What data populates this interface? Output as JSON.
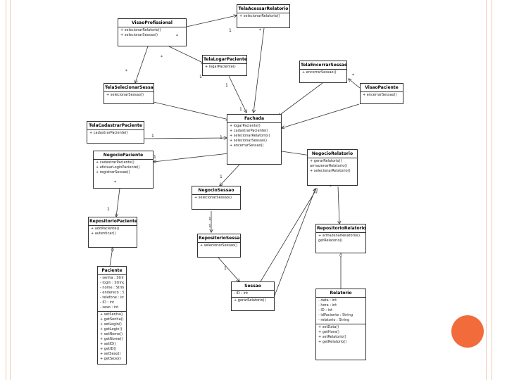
{
  "colors": {
    "frame": "#f3c9b8",
    "accent_dot": "#f26b3a",
    "line": "#333333"
  },
  "classes": [
    {
      "id": "tela-acessar-relatorio",
      "name": "TelaAcessarRelatorio",
      "sections": [
        [
          "+ selecionarRelatorio()"
        ]
      ]
    },
    {
      "id": "visao-profissional",
      "name": "VisaoProfissional",
      "sections": [
        [
          "+ selecionarRelatorio()",
          "+ selecionarSessao()"
        ]
      ]
    },
    {
      "id": "tela-logar-paciente",
      "name": "TelaLogarPaciente",
      "sections": [
        [
          "+ logarPaciente()"
        ]
      ]
    },
    {
      "id": "tela-encerrar-sessao",
      "name": "TelaEncerrarSessao",
      "sections": [
        [
          "+ encerrarSessao()"
        ]
      ]
    },
    {
      "id": "tela-selecionar-sessao",
      "name": "TelaSelecionarSessao",
      "sections": [
        [
          "+ selecionarSessao()"
        ]
      ]
    },
    {
      "id": "visao-paciente",
      "name": "VisaoPaciente",
      "sections": [
        [
          "+ encerrarSessao()"
        ]
      ]
    },
    {
      "id": "tela-cadastrar-paciente",
      "name": "TelaCadastrarPaciente",
      "sections": [
        [
          "+ cadastrarPaciente()"
        ]
      ]
    },
    {
      "id": "fachada",
      "name": "Fachada",
      "sections": [
        [
          "+ logarPaciente()",
          "+ cadastrarPaciente()",
          "+ selecionarRelatorio()",
          "+ selecionarSessao()",
          "+ encerrarSessao()"
        ]
      ]
    },
    {
      "id": "negocio-paciente",
      "name": "NegocioPaciente",
      "sections": [
        [
          "+ cadastrarPaciente()",
          "+ efetuarLoginPaciente()",
          "+ registrarSessao()"
        ]
      ]
    },
    {
      "id": "negocio-relatorio",
      "name": "NegocioRelatorio",
      "sections": [
        [
          "+ gerarRelatorio()",
          "armazenarRelatorio()",
          "+ selecionarRelatorio()"
        ]
      ]
    },
    {
      "id": "negocio-sessao",
      "name": "NegocioSessao",
      "sections": [
        [
          "+ selecionarSessao()"
        ]
      ]
    },
    {
      "id": "repositorio-paciente",
      "name": "RepositorioPaciente",
      "sections": [
        [
          "+ addPaciente()",
          "+ autenticar()"
        ]
      ]
    },
    {
      "id": "repositorio-relatorio",
      "name": "RepositorioRelatorio",
      "sections": [
        [
          "+ armazenarRelatorio()",
          "getRelatorio()"
        ]
      ]
    },
    {
      "id": "repositorio-sessao",
      "name": "RepositorioSessao",
      "sections": [
        [
          "+ selecionarSessao()"
        ]
      ]
    },
    {
      "id": "paciente",
      "name": "Paciente",
      "sections": [
        [
          "- senha : String",
          "- login : String",
          "- nome : String",
          "- endereco : String",
          "- telefone : int",
          "- ID : int",
          "- sexo : int"
        ],
        [
          "+ setSenha()",
          "+ getSenha()",
          "+ setLogin()",
          "+ getLogin()",
          "+ setNome()",
          "+ getNome()",
          "+ setID()",
          "+ getID()",
          "+ setSexo()",
          "+ getSexo()"
        ]
      ]
    },
    {
      "id": "sessao",
      "name": "Sessao",
      "sections": [
        [
          "- ID : int"
        ],
        [
          "+ gerarRelatorio()"
        ]
      ]
    },
    {
      "id": "relatorio",
      "name": "Relatorio",
      "sections": [
        [
          "- data : int",
          "- hora : int",
          "- ID : int",
          "- idPaciente : String",
          "- relatorio : String"
        ],
        [
          "+ setData()",
          "+ getHora()",
          "+ setRelatorio()",
          "+ getRelatorio()"
        ]
      ]
    }
  ],
  "multiplicities": [
    {
      "id": "m1",
      "text": "1"
    },
    {
      "id": "m2",
      "text": "*"
    },
    {
      "id": "m3",
      "text": "*"
    },
    {
      "id": "m4",
      "text": "*"
    },
    {
      "id": "m5",
      "text": "1"
    },
    {
      "id": "m6",
      "text": "*"
    },
    {
      "id": "m7",
      "text": "1"
    },
    {
      "id": "m8",
      "text": "*"
    },
    {
      "id": "m9",
      "text": "1"
    },
    {
      "id": "m10",
      "text": "1"
    },
    {
      "id": "m11",
      "text": "1"
    },
    {
      "id": "m12",
      "text": "1"
    },
    {
      "id": "m13",
      "text": "1"
    },
    {
      "id": "m14",
      "text": "1"
    },
    {
      "id": "m15",
      "text": "*"
    },
    {
      "id": "m16",
      "text": "1"
    },
    {
      "id": "m17",
      "text": "1"
    },
    {
      "id": "m18",
      "text": "1"
    },
    {
      "id": "m19",
      "text": "1"
    },
    {
      "id": "m20",
      "text": "*"
    }
  ]
}
